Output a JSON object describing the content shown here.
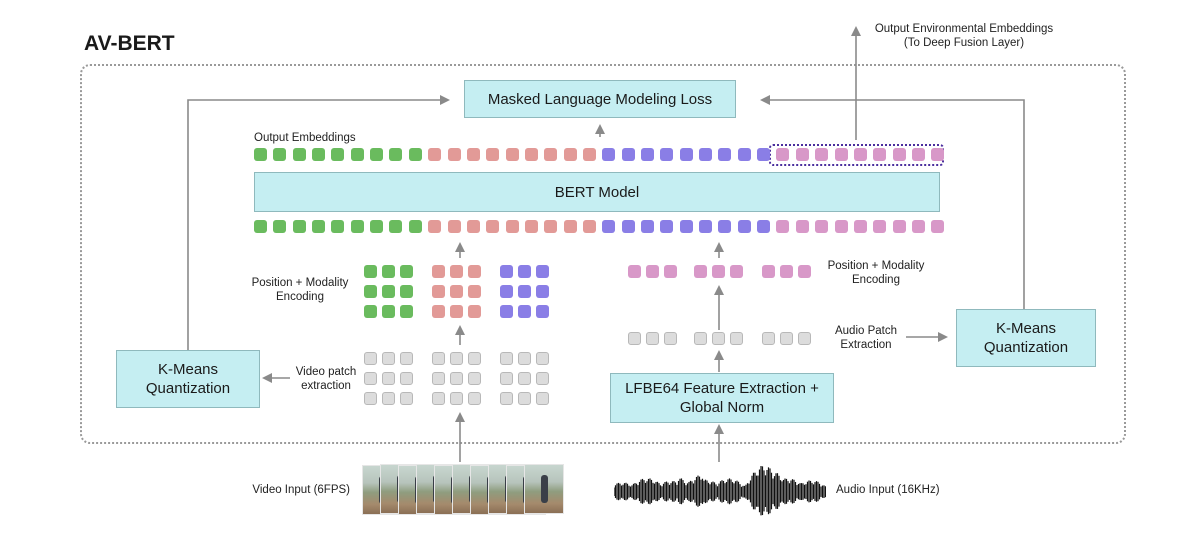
{
  "title": "AV-BERT",
  "boxes": {
    "mlm_loss": "Masked Language Modeling Loss",
    "bert_model": "BERT Model",
    "kmeans_left": "K-Means Quantization",
    "kmeans_right": "K-Means Quantization",
    "lfbe": "LFBE64 Feature Extraction + Global Norm"
  },
  "labels": {
    "output_embeddings": "Output Embeddings",
    "output_env_line1": "Output Environmental Embeddings",
    "output_env_line2": "(To Deep Fusion Layer)",
    "pos_mod_left_line1": "Position + Modality",
    "pos_mod_left_line2": "Encoding",
    "pos_mod_right_line1": "Position + Modality",
    "pos_mod_right_line2": "Encoding",
    "video_patch_line1": "Video patch",
    "video_patch_line2": "extraction",
    "audio_patch_line1": "Audio Patch",
    "audio_patch_line2": "Extraction",
    "video_input": "Video Input (6FPS)",
    "audio_input": "Audio Input (16KHz)"
  },
  "colors": {
    "video_token_green": "#6abb5e",
    "video_token_red": "#e29a97",
    "video_token_blue": "#8a7ee6",
    "audio_token_pink": "#d898c8",
    "patch_grey": "#dcdcdc",
    "box_fill": "#c5eef2",
    "highlight_border": "#4b2f9e"
  },
  "token_rows": {
    "output": {
      "green": 9,
      "red": 9,
      "blue": 9,
      "pink": 9
    },
    "input": {
      "green": 9,
      "red": 9,
      "blue": 9,
      "pink": 9
    }
  }
}
